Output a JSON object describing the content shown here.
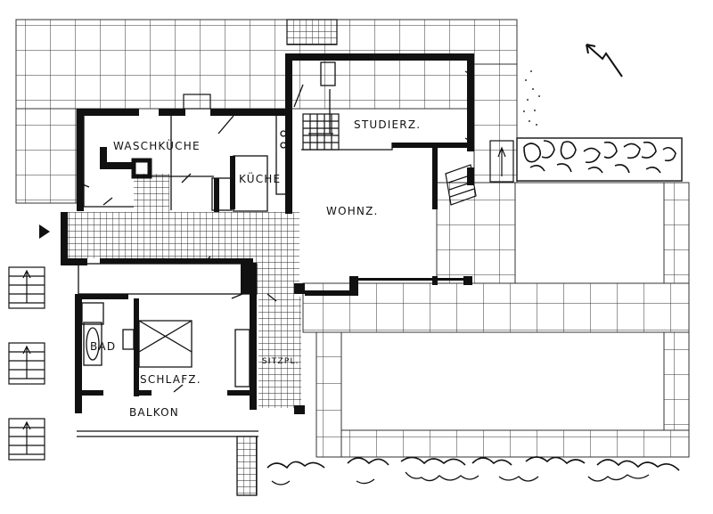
{
  "rooms": {
    "studierz": "STUDIERZ.",
    "waschkueche": "WASCHKÜCHE",
    "kueche": "KÜCHE",
    "wohnz": "WOHNZ.",
    "bad": "BAD",
    "schlafz": "SCHLAFZ.",
    "sitzpl": "SITZPL.",
    "balkon": "BALKON"
  },
  "colors": {
    "ink": "#111111",
    "paper": "#ffffff"
  },
  "icons": [
    "north-arrow-icon",
    "entrance-arrow-icon",
    "stair-icon",
    "hedge-icon"
  ]
}
